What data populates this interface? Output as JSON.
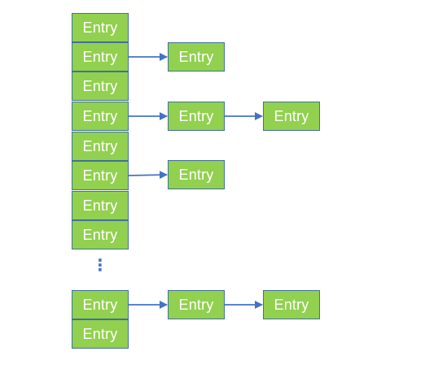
{
  "diagram": {
    "bucket_entries": [
      "Entry",
      "Entry",
      "Entry",
      "Entry",
      "Entry",
      "Entry",
      "Entry",
      "Entry"
    ],
    "chains": [
      {
        "bucket": 1,
        "entries": [
          "Entry"
        ]
      },
      {
        "bucket": 3,
        "entries": [
          "Entry",
          "Entry"
        ]
      },
      {
        "bucket": 5,
        "entries": [
          "Entry"
        ]
      }
    ],
    "ellipsis": "⋮",
    "tail_bucket_entries": [
      "Entry",
      "Entry"
    ],
    "tail_chain": [
      "Entry",
      "Entry"
    ],
    "colors": {
      "box_fill": "#92d050",
      "box_border": "#41719c",
      "arrow": "#4472c4",
      "text": "#ffffff"
    }
  }
}
